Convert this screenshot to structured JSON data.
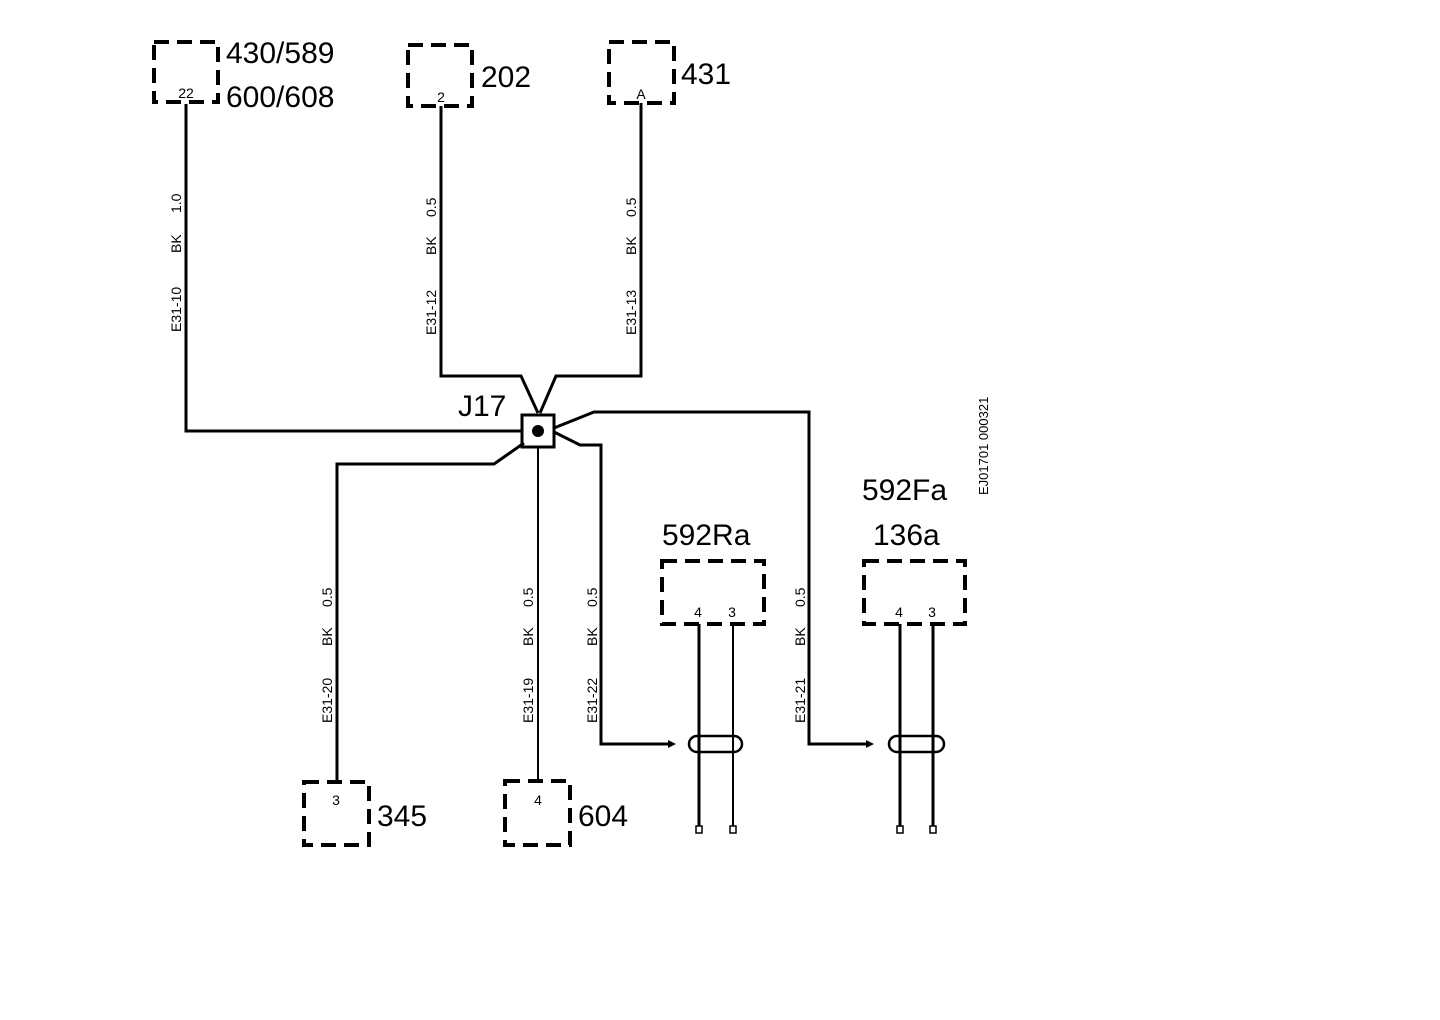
{
  "components": {
    "c430": {
      "line1": "430/589",
      "line2": "600/608",
      "pin": "22"
    },
    "c202": {
      "label": "202",
      "pin": "2"
    },
    "c431": {
      "label": "431",
      "pin": "A"
    },
    "c345": {
      "label": "345",
      "pin": "3"
    },
    "c604": {
      "label": "604",
      "pin": "4"
    },
    "c592ra": {
      "label": "592Ra",
      "pin_a": "4",
      "pin_b": "3"
    },
    "c592fa": {
      "line1": "592Fa",
      "line2": "136a",
      "pin_a": "4",
      "pin_b": "3"
    }
  },
  "junction": {
    "label": "J17"
  },
  "wires": {
    "w10": {
      "circuit": "E31-10",
      "color": "BK",
      "size": "1.0"
    },
    "w12": {
      "circuit": "E31-12",
      "color": "BK",
      "size": "0.5"
    },
    "w13": {
      "circuit": "E31-13",
      "color": "BK",
      "size": "0.5"
    },
    "w20": {
      "circuit": "E31-20",
      "color": "BK",
      "size": "0.5"
    },
    "w19": {
      "circuit": "E31-19",
      "color": "BK",
      "size": "0.5"
    },
    "w22": {
      "circuit": "E31-22",
      "color": "BK",
      "size": "0.5"
    },
    "w21": {
      "circuit": "E31-21",
      "color": "BK",
      "size": "0.5"
    }
  },
  "diagram_ref": "EJ01701 000321"
}
